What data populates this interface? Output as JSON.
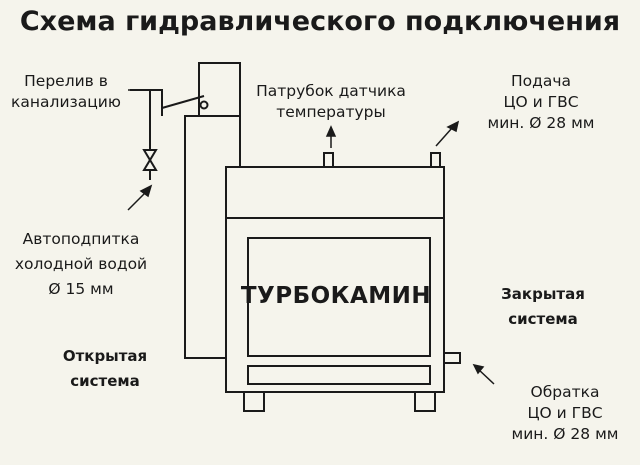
{
  "title": "Схема гидравлического подключения",
  "labels": {
    "overflow": [
      "Перелив в",
      "канализацию"
    ],
    "sensor": [
      "Патрубок датчика",
      "температуры"
    ],
    "supply": [
      "Подача",
      "ЦО и ГВС",
      "мин. Ø 28 мм"
    ],
    "makeup": [
      "Автоподпитка",
      "холодной водой",
      "Ø 15 мм"
    ],
    "open_system": [
      "Открытая",
      "система"
    ],
    "closed_system": [
      "Закрытая",
      "система"
    ],
    "return": [
      "Обратка",
      "ЦО и ГВС",
      "мин. Ø 28 мм"
    ],
    "device": "ТУРБОКАМИН"
  },
  "colors": {
    "background": "#f5f4ec",
    "line": "#1a1a1a"
  }
}
